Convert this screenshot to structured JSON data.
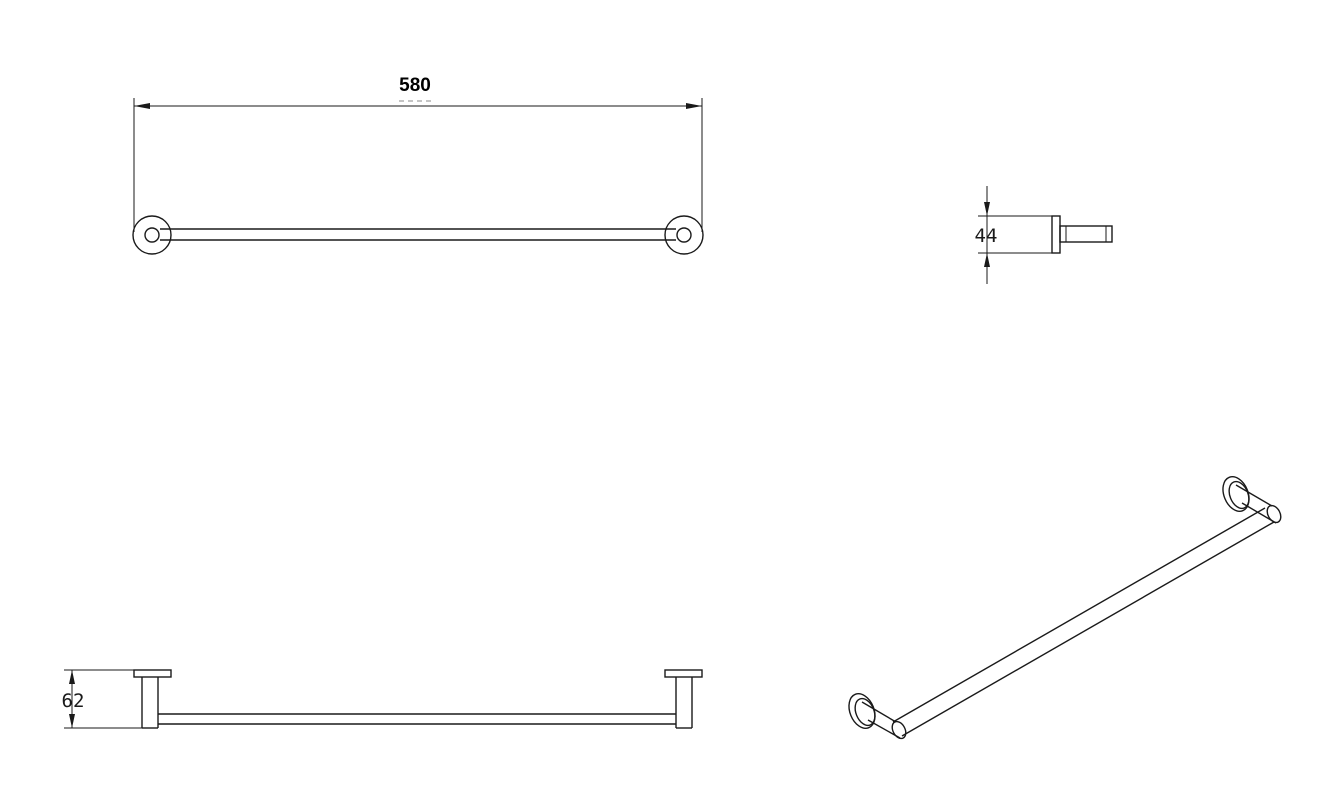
{
  "drawing": {
    "top_view": {
      "width_dimension": "580"
    },
    "side_view": {
      "depth_dimension": "44"
    },
    "front_view": {
      "height_dimension": "62"
    }
  }
}
